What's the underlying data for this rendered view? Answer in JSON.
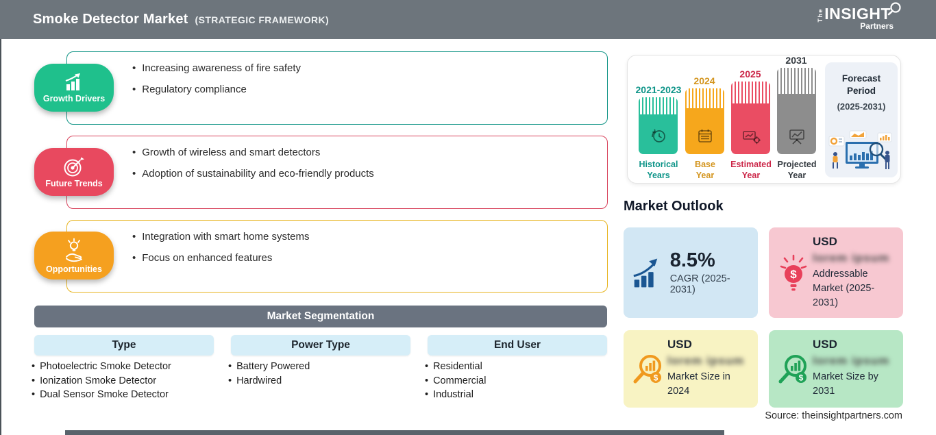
{
  "header": {
    "title": "Smoke Detector Market",
    "subtitle": "(STRATEGIC FRAMEWORK)",
    "logo": {
      "the": "The",
      "insight": "INSIGHT",
      "partners": "Partners"
    }
  },
  "framework": {
    "sections": [
      {
        "label": "Growth Drivers",
        "icon": "growth-chart-icon",
        "badge_color": "#1fc08c",
        "border_color": "#0e9384",
        "bullets": [
          "Increasing awareness of fire safety",
          "Regulatory compliance"
        ]
      },
      {
        "label": "Future Trends",
        "icon": "target-dart-icon",
        "badge_color": "#e8495f",
        "border_color": "#d8415a",
        "bullets": [
          "Growth of wireless and smart detectors",
          "Adoption of sustainability and eco-friendly products"
        ]
      },
      {
        "label": "Opportunities",
        "icon": "bulb-hand-icon",
        "badge_color": "#f5a01f",
        "border_color": "#e7b41e",
        "bullets": [
          "Integration with smart home systems",
          "Focus on enhanced features"
        ]
      }
    ]
  },
  "segmentation": {
    "title": "Market Segmentation",
    "columns": [
      {
        "header": "Type",
        "items": [
          "Photoelectric Smoke Detector",
          "Ionization Smoke Detector",
          "Dual Sensor Smoke Detector"
        ]
      },
      {
        "header": "Power Type",
        "items": [
          "Battery Powered",
          "Hardwired"
        ]
      },
      {
        "header": "End User",
        "items": [
          "Residential",
          "Commercial",
          "Industrial"
        ]
      }
    ]
  },
  "timeline": {
    "bars": [
      {
        "year": "2021-2023",
        "label": "Historical Years",
        "color": "#29bf9b",
        "label_color": "#0d9488",
        "icon": "clock-history-icon"
      },
      {
        "year": "2024",
        "label": "Base Year",
        "color": "#f6a71c",
        "label_color": "#d3941d",
        "icon": "calendar-icon"
      },
      {
        "year": "2025",
        "label": "Estimated Year",
        "color": "#ea4d63",
        "label_color": "#cb2547",
        "icon": "analysis-gear-icon"
      },
      {
        "year": "2031",
        "label": "Projected Year",
        "color": "#8d8d8d",
        "label_color": "#32383e",
        "icon": "presentation-chart-icon"
      }
    ],
    "forecast_period": {
      "title_line1": "Forecast",
      "title_line2": "Period",
      "range": "(2025-2031)",
      "illustration": "analytics-team-illustration"
    }
  },
  "outlook": {
    "title": "Market Outlook",
    "cards": [
      {
        "value": "8.5%",
        "label": "CAGR (2025-2031)",
        "bg": "#d2e7f4",
        "icon": "growth-bars-arrow-icon"
      },
      {
        "currency": "USD",
        "blurred_value": "lorem ipsum",
        "label": "Addressable Market (2025-2031)",
        "bg": "#f7c8d1",
        "icon": "bulb-dollar-icon"
      },
      {
        "currency": "USD",
        "blurred_value": "lorem ipsum",
        "label": "Market Size in 2024",
        "bg": "#f8f3c3",
        "icon": "magnifier-chart-dollar-icon"
      },
      {
        "currency": "USD",
        "blurred_value": "lorem ipsum",
        "label": "Market Size by 2031",
        "bg": "#b7e7c5",
        "icon": "magnifier-chart-dollar-icon"
      }
    ]
  },
  "source": "Source: theinsightpartners.com"
}
